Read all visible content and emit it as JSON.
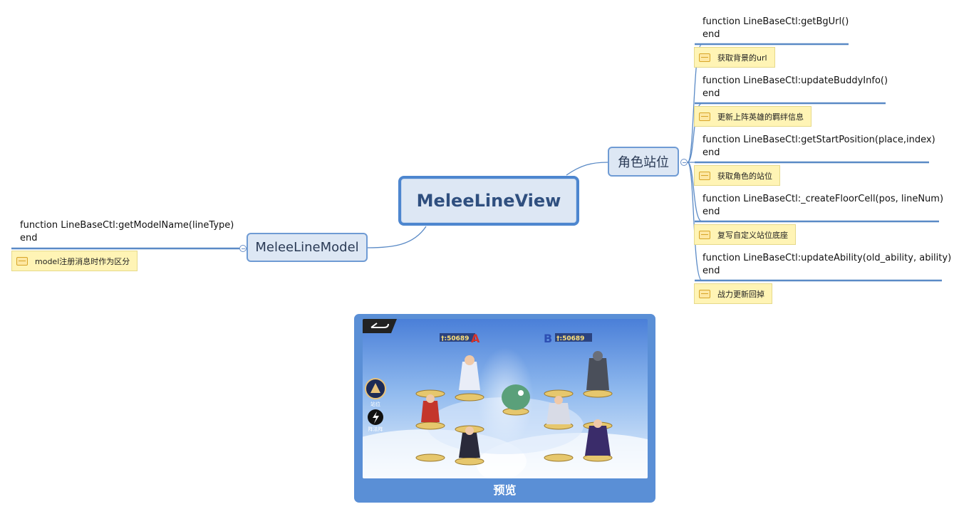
{
  "central": {
    "title": "MeleeLineView"
  },
  "left_branch": {
    "title": "MeleeLineModel",
    "items": [
      {
        "code": "function LineBaseCtl:getModelName(lineType)\nend",
        "note": "model注册消息时作为区分"
      }
    ]
  },
  "right_branch": {
    "title": "角色站位",
    "items": [
      {
        "code": "function LineBaseCtl:getBgUrl()\nend",
        "note": "获取背景的url"
      },
      {
        "code": "function LineBaseCtl:updateBuddyInfo()\nend",
        "note": "更新上阵英雄的羁绊信息"
      },
      {
        "code": "function LineBaseCtl:getStartPosition(place,index)\nend",
        "note": "获取角色的站位"
      },
      {
        "code": "function LineBaseCtl:_createFloorCell(pos, lineNum)\nend",
        "note": "复写自定义站位底座"
      },
      {
        "code": "function LineBaseCtl:updateAbility(old_ability, ability)\nend",
        "note": "战力更新回掉"
      }
    ]
  },
  "preview": {
    "caption": "预览",
    "team_a": {
      "power": "50689",
      "letter": "A"
    },
    "team_b": {
      "power": "50689",
      "letter": "B"
    },
    "side_buttons": [
      {
        "label": "站位"
      },
      {
        "label": "阵法阵"
      }
    ]
  },
  "colors": {
    "connector": "#5a8ac6",
    "topic_fill": "#dde7f4",
    "note_fill": "#fff4b5",
    "preview_frame": "#5a8fd6"
  }
}
